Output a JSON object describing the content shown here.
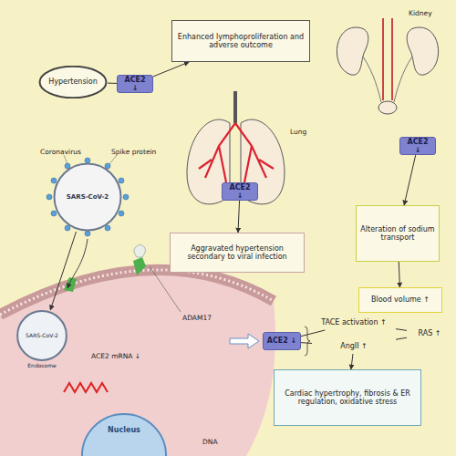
{
  "diagram": {
    "nodes": [
      {
        "text": [
          "Hypertension"
        ]
      },
      {
        "text": [
          "ACE2 ↓"
        ]
      },
      {
        "text": [
          "Enhanced lymphoproliferation and adverse outcome"
        ]
      },
      {
        "text": [
          "ACE2 ↓"
        ]
      },
      {
        "text": [
          "Aggravated hypertension secondary to viral infection"
        ]
      },
      {
        "text": [
          "ACE2 ↓"
        ]
      },
      {
        "text": [
          "Alteration of sodium transport"
        ]
      },
      {
        "text": [
          "Blood volume ↑"
        ]
      },
      {
        "text": [
          "ACE2 ↓"
        ]
      },
      {
        "text": [
          "TACE activation ↑"
        ]
      },
      {
        "text": [
          "AngII ↑"
        ]
      },
      {
        "text": [
          "RAS ↑"
        ]
      },
      {
        "text": [
          "Cardiac hypertrophy, fibrosis & ER regulation, oxidative stress"
        ]
      },
      {
        "text": [
          "SARS-CoV-2"
        ]
      },
      {
        "text": [
          "SARS-CoV-2",
          "Endosome"
        ]
      },
      {
        "text": [
          "Nucleus"
        ]
      }
    ],
    "edges": [
      {
        "from": 0,
        "to": 1,
        "arrow": "none"
      },
      {
        "from": 1,
        "to": 2,
        "arrow": "to"
      },
      {
        "from": 3,
        "to": 4,
        "arrow": "to"
      },
      {
        "from": 5,
        "to": 6,
        "arrow": "to"
      },
      {
        "from": 6,
        "to": 7,
        "arrow": "to"
      },
      {
        "from": 13,
        "to": 14,
        "arrow": "to"
      },
      {
        "from": 8,
        "to": 9,
        "arrow": "none"
      },
      {
        "from": 8,
        "to": 10,
        "arrow": "none"
      },
      {
        "from": 9,
        "to": 11,
        "arrow": "none"
      },
      {
        "from": 10,
        "to": 11,
        "arrow": "none"
      },
      {
        "from": 10,
        "to": 12,
        "arrow": "to"
      }
    ],
    "labels": [
      "Lung",
      "Kidney",
      "Coronavirus",
      "Spike protein",
      "ACE2 mRNA ↓",
      "ADAM17",
      "DNA"
    ]
  }
}
